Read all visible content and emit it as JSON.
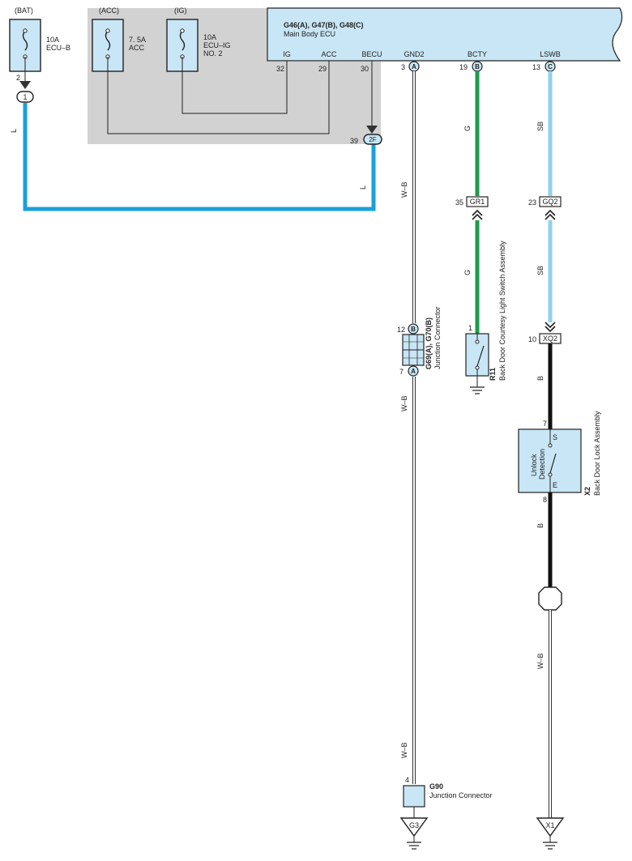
{
  "ecu": {
    "title": "G46(A), G47(B), G48(C)",
    "name": "Main Body ECU",
    "terminals": [
      {
        "name": "IG",
        "pin": "32"
      },
      {
        "name": "ACC",
        "pin": "29"
      },
      {
        "name": "BECU",
        "pin": "30"
      },
      {
        "name": "GND2",
        "pin": "3",
        "conn": "A"
      },
      {
        "name": "BCTY",
        "pin": "19",
        "conn": "B"
      },
      {
        "name": "LSWB",
        "pin": "13",
        "conn": "C"
      }
    ]
  },
  "sources": [
    {
      "label": "(BAT)",
      "rating": "10A",
      "fuse": "ECU–B",
      "fuse2": ""
    },
    {
      "label": "(ACC)",
      "rating": "7. 5A",
      "fuse": "ACC",
      "fuse2": ""
    },
    {
      "label": "(IG)",
      "rating": "10A",
      "fuse": "ECU–IG",
      "fuse2": "NO. 2"
    }
  ],
  "bat_pin": "2",
  "bat_conn": "1",
  "becu_pin": "39",
  "becu_conn": "2F",
  "wires": {
    "l": "L",
    "wb": "W–B",
    "g": "G",
    "sb": "SB",
    "b": "B"
  },
  "connectors": {
    "gr1": {
      "pin": "35",
      "label": "GR1"
    },
    "gq2": {
      "pin": "23",
      "label": "GQ2"
    },
    "xq2": {
      "pin": "10",
      "label": "XQ2"
    }
  },
  "jc_g69": {
    "pin_top": "12",
    "conn_top": "B",
    "pin_bot": "7",
    "conn_bot": "A",
    "title": "G69(A), G70(B)",
    "name": "Junction Connector"
  },
  "r11": {
    "pin": "1",
    "title": "R11",
    "name": "Back Door Courtesy Light Switch Assembly"
  },
  "x2": {
    "pin_s": "7",
    "pin_e": "8",
    "s": "S",
    "e": "E",
    "title": "X2",
    "name": "Back Door Lock Assembly",
    "inner1": "Unlock",
    "inner2": "Detection"
  },
  "g90": {
    "pin": "4",
    "title": "G90",
    "name": "Junction Connector"
  },
  "grounds": {
    "g3": "G3",
    "x1": "X1"
  },
  "colors": {
    "ecu_fill": "#c8e6f5",
    "shade": "#d2d2d2",
    "wire_l": "#1aa0dc",
    "wire_g": "#1f9a4a",
    "wire_sb": "#8fd2ee",
    "wire_b": "#111111"
  }
}
